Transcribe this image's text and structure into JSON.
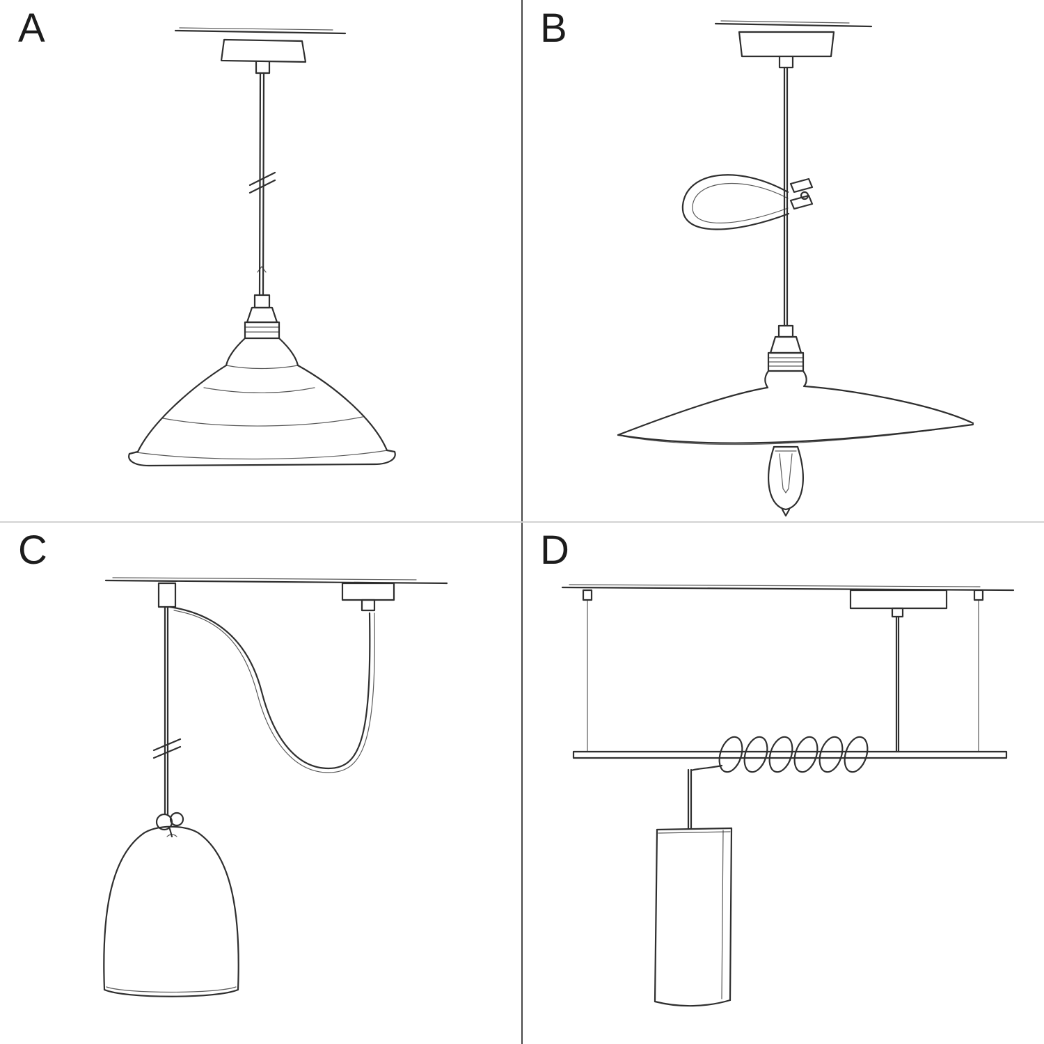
{
  "canvas": {
    "background": "#ffffff",
    "ink_color": "#2f2f2f",
    "vertical_divider_color": "#474747",
    "horizontal_divider_color": "#d2d2d2"
  },
  "panels": [
    {
      "label": "A",
      "sketch": "pendant-with-industrial-shade-sketch"
    },
    {
      "label": "B",
      "sketch": "pendant-with-plate-shade-and-bulb-sketch"
    },
    {
      "label": "C",
      "sketch": "swag-pendant-with-bell-shade-sketch"
    },
    {
      "label": "D",
      "sketch": "bar-suspension-with-tube-shade-sketch"
    }
  ]
}
